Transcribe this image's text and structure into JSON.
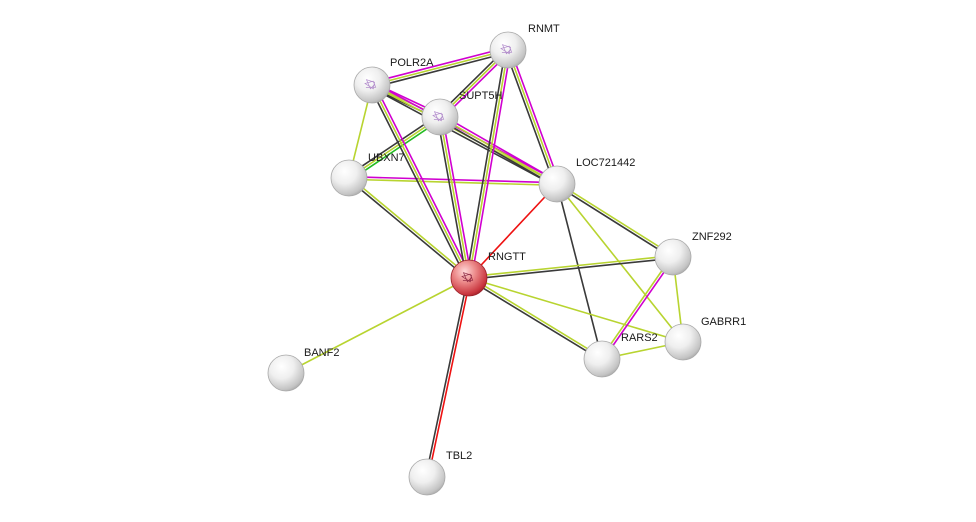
{
  "network": {
    "query_node": "RNGTT",
    "nodes": [
      {
        "id": "RNMT",
        "label": "RNMT",
        "has_structure": true,
        "query": false
      },
      {
        "id": "POLR2A",
        "label": "POLR2A",
        "has_structure": true,
        "query": false
      },
      {
        "id": "SUPT5H",
        "label": "SUPT5H",
        "has_structure": true,
        "query": false
      },
      {
        "id": "UBXN7",
        "label": "UBXN7",
        "has_structure": false,
        "query": false
      },
      {
        "id": "LOC721442",
        "label": "LOC721442",
        "has_structure": false,
        "query": false
      },
      {
        "id": "ZNF292",
        "label": "ZNF292",
        "has_structure": false,
        "query": false
      },
      {
        "id": "RNGTT",
        "label": "RNGTT",
        "has_structure": true,
        "query": true
      },
      {
        "id": "GABRR1",
        "label": "GABRR1",
        "has_structure": false,
        "query": false
      },
      {
        "id": "RARS2",
        "label": "RARS2",
        "has_structure": false,
        "query": false
      },
      {
        "id": "BANF2",
        "label": "BANF2",
        "has_structure": false,
        "query": false
      },
      {
        "id": "TBL2",
        "label": "TBL2",
        "has_structure": false,
        "query": false
      }
    ],
    "edge_colors": {
      "db": "#2fbfbf",
      "exp": "#d000d0",
      "text": "#b8d430",
      "coexp": "#3a3a3a",
      "fusion": "#ee1111",
      "neigh": "#22bb22",
      "homology": "#9c9cd4"
    },
    "edges": [
      {
        "a": "POLR2A",
        "b": "RNMT",
        "evidence": [
          "exp",
          "text",
          "coexp"
        ]
      },
      {
        "a": "POLR2A",
        "b": "SUPT5H",
        "evidence": [
          "exp",
          "text",
          "coexp"
        ]
      },
      {
        "a": "RNMT",
        "b": "SUPT5H",
        "evidence": [
          "exp",
          "text",
          "coexp"
        ]
      },
      {
        "a": "POLR2A",
        "b": "UBXN7",
        "evidence": [
          "text"
        ]
      },
      {
        "a": "SUPT5H",
        "b": "UBXN7",
        "evidence": [
          "neigh",
          "text",
          "coexp"
        ]
      },
      {
        "a": "POLR2A",
        "b": "LOC721442",
        "evidence": [
          "exp",
          "text",
          "coexp"
        ]
      },
      {
        "a": "RNMT",
        "b": "LOC721442",
        "evidence": [
          "exp",
          "text",
          "coexp"
        ]
      },
      {
        "a": "SUPT5H",
        "b": "LOC721442",
        "evidence": [
          "exp",
          "text",
          "coexp"
        ]
      },
      {
        "a": "UBXN7",
        "b": "LOC721442",
        "evidence": [
          "exp",
          "text"
        ]
      },
      {
        "a": "POLR2A",
        "b": "RNGTT",
        "evidence": [
          "exp",
          "text",
          "coexp"
        ]
      },
      {
        "a": "RNMT",
        "b": "RNGTT",
        "evidence": [
          "exp",
          "text",
          "coexp"
        ]
      },
      {
        "a": "SUPT5H",
        "b": "RNGTT",
        "evidence": [
          "exp",
          "text",
          "coexp"
        ]
      },
      {
        "a": "UBXN7",
        "b": "RNGTT",
        "evidence": [
          "text",
          "coexp"
        ]
      },
      {
        "a": "LOC721442",
        "b": "RNGTT",
        "evidence": [
          "fusion"
        ]
      },
      {
        "a": "LOC721442",
        "b": "ZNF292",
        "evidence": [
          "text",
          "coexp"
        ]
      },
      {
        "a": "LOC721442",
        "b": "RARS2",
        "evidence": [
          "coexp"
        ]
      },
      {
        "a": "LOC721442",
        "b": "GABRR1",
        "evidence": [
          "text"
        ]
      },
      {
        "a": "RNGTT",
        "b": "ZNF292",
        "evidence": [
          "text",
          "coexp"
        ]
      },
      {
        "a": "RNGTT",
        "b": "RARS2",
        "evidence": [
          "text",
          "coexp"
        ]
      },
      {
        "a": "RNGTT",
        "b": "GABRR1",
        "evidence": [
          "text"
        ]
      },
      {
        "a": "RNGTT",
        "b": "BANF2",
        "evidence": [
          "text"
        ]
      },
      {
        "a": "RNGTT",
        "b": "TBL2",
        "evidence": [
          "fusion",
          "coexp"
        ]
      },
      {
        "a": "ZNF292",
        "b": "RARS2",
        "evidence": [
          "exp",
          "text"
        ]
      },
      {
        "a": "ZNF292",
        "b": "GABRR1",
        "evidence": [
          "text"
        ]
      },
      {
        "a": "RARS2",
        "b": "GABRR1",
        "evidence": [
          "text"
        ]
      }
    ]
  }
}
